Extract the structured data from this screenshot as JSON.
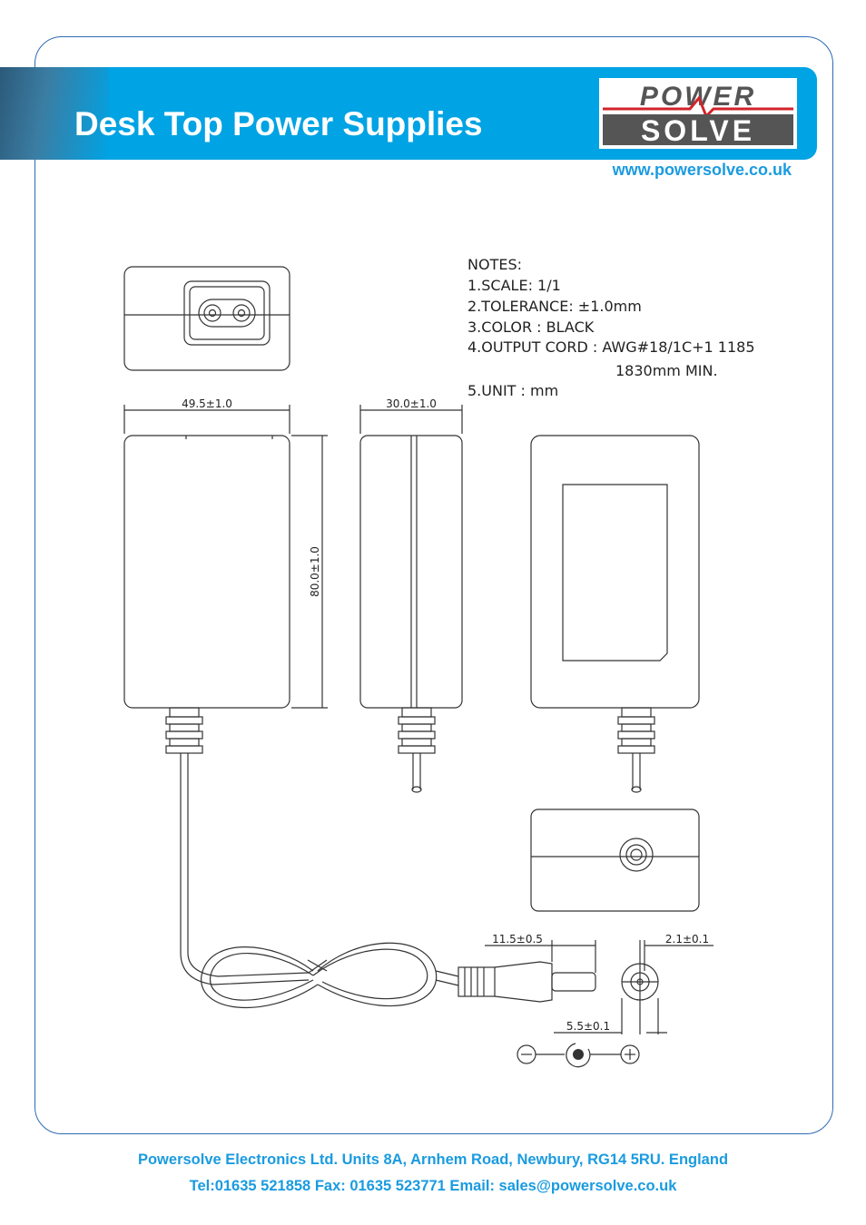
{
  "header": {
    "title": "Desk Top Power Supplies",
    "logo_top": "POWER",
    "logo_bottom": "SOLVE",
    "website": "www.powersolve.co.uk"
  },
  "notes": {
    "heading": "NOTES:",
    "line1": "1.SCALE:  1/1",
    "line2": "2.TOLERANCE:  ±1.0mm",
    "line3": "3.COLOR  :  BLACK",
    "line4": "4.OUTPUT CORD : AWG#18/1C+1 1185",
    "line4b": "1830mm  MIN.",
    "line5": "5.UNIT  :  mm"
  },
  "dimensions": {
    "width": "49.5±1.0",
    "depth": "30.0±1.0",
    "height": "80.0±1.0",
    "plug_length": "11.5±0.5",
    "pin_dia": "2.1±0.1",
    "barrel_dia": "5.5±0.1"
  },
  "footer": {
    "line1": "Powersolve Electronics Ltd. Units 8A, Arnhem Road, Newbury, RG14 5RU. England",
    "line2": "Tel:01635 521858  Fax: 01635 523771 Email: sales@powersolve.co.uk"
  },
  "colors": {
    "brand_blue": "#00a3e4",
    "link_blue": "#1a9be0",
    "logo_red": "#d2232a",
    "logo_grey": "#555555",
    "frame": "#2d6bb3"
  }
}
